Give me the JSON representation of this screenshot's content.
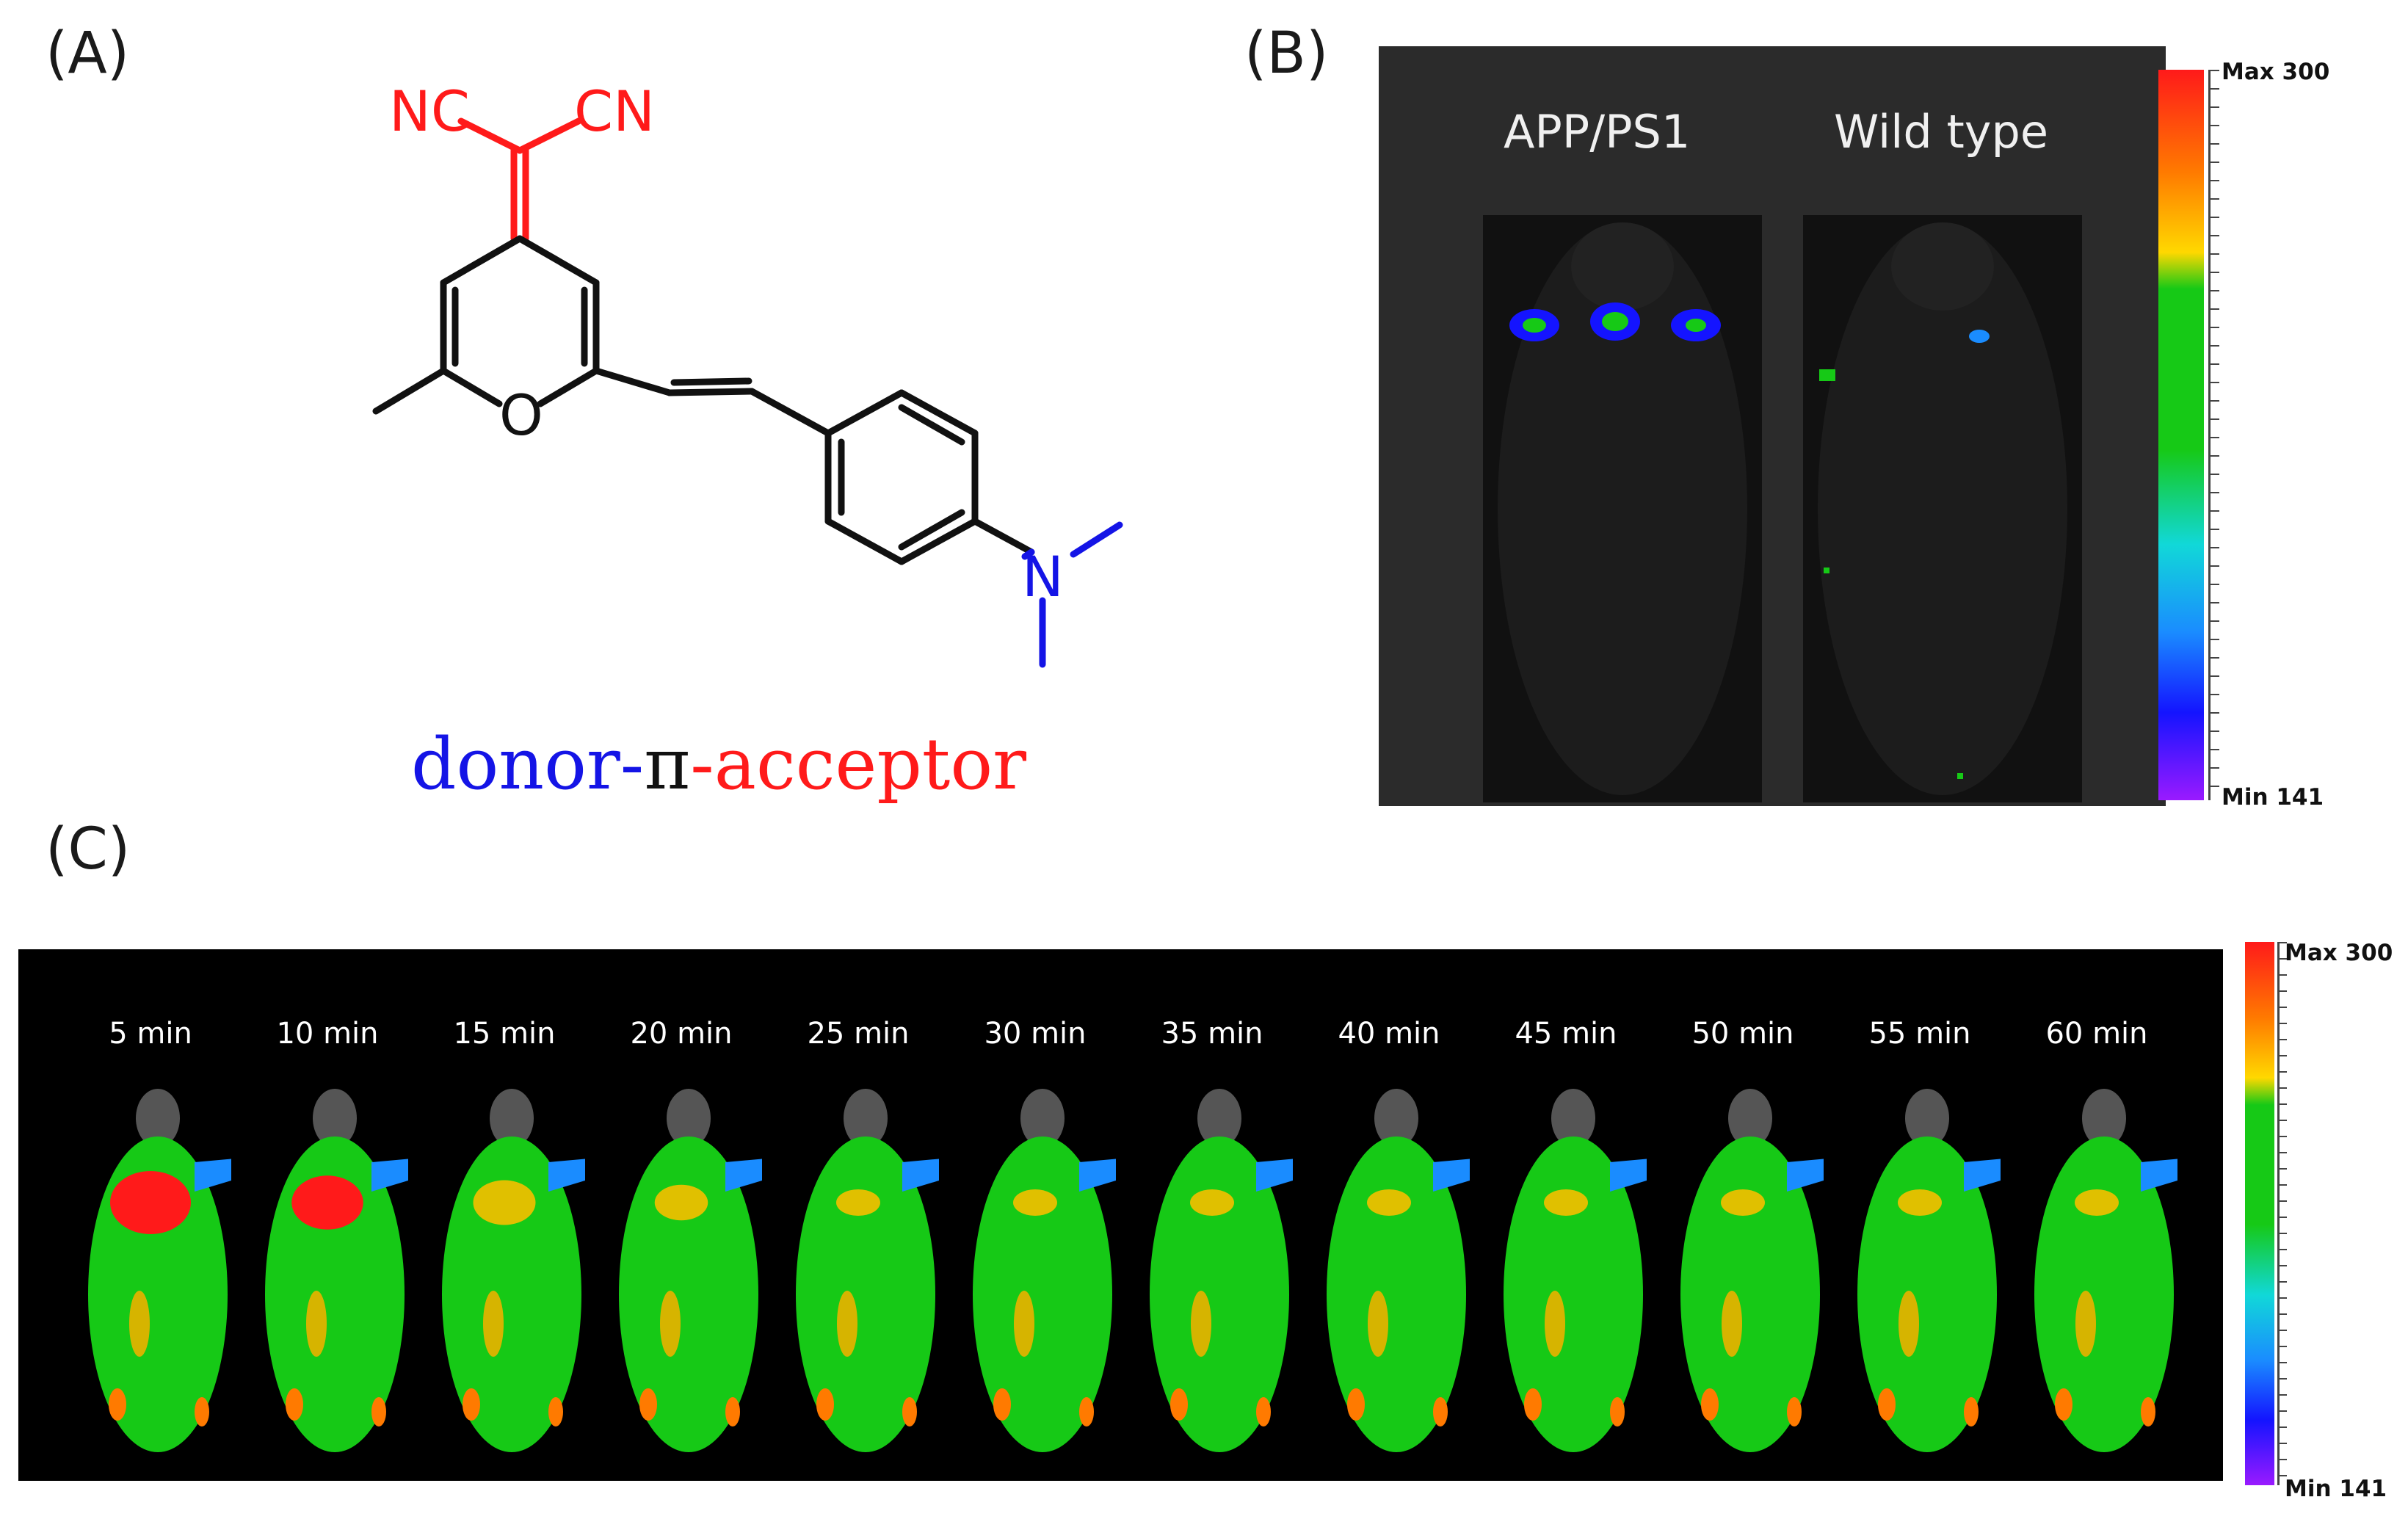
{
  "panels": {
    "a": {
      "label": "(A)",
      "caption": {
        "donor": "donor",
        "dash1": "-",
        "pi": "π",
        "dash2": "-",
        "acceptor": "acceptor"
      },
      "atoms": {
        "nc": "NC",
        "cn": "CN",
        "o": "O",
        "n": "N"
      },
      "colors": {
        "acceptor": "#ff1a1a",
        "donor": "#1414e6",
        "bond": "#111111"
      }
    },
    "b": {
      "label": "(B)",
      "headings": [
        "APP/PS1",
        "Wild type"
      ],
      "colorbar": {
        "max": "Max 300",
        "min": "Min 141"
      }
    },
    "c": {
      "label": "(C)",
      "timepoints": [
        "5 min",
        "10 min",
        "15 min",
        "20 min",
        "25 min",
        "30 min",
        "35 min",
        "40 min",
        "45 min",
        "50 min",
        "55 min",
        "60 min"
      ],
      "colorbar": {
        "max": "Max 300",
        "min": "Min 141"
      }
    }
  }
}
